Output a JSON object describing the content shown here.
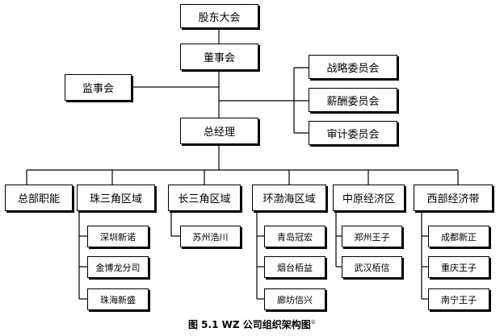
{
  "top": {
    "shareholders": "股东大会",
    "board": "董事会",
    "supervisory": "监事会",
    "ceo": "总经理"
  },
  "committees": [
    "战略委员会",
    "薪酬委员会",
    "审计委员会"
  ],
  "divisions": {
    "hq": "总部职能",
    "prd": "珠三角区域",
    "yrd": "长三角区域",
    "bohai": "环渤海区域",
    "central": "中原经济区",
    "west": "西部经济带"
  },
  "subsidiaries": {
    "prd": [
      "深圳新诺",
      "金博龙分司",
      "珠海新盛"
    ],
    "yrd": [
      "苏州浩川"
    ],
    "bohai": [
      "青岛冠宏",
      "烟台栢益",
      "廊坊信兴"
    ],
    "central": [
      "郑州王子",
      "武汉栢信"
    ],
    "west": [
      "成都新正",
      "重庆王子",
      "南宁王子"
    ]
  },
  "caption": {
    "text": "图 5.1 WZ 公司组织架构图",
    "note": "①"
  }
}
